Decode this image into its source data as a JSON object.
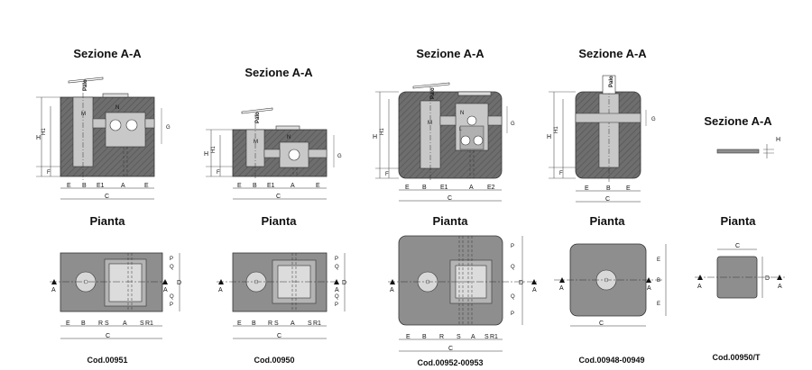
{
  "drawings": [
    {
      "id": "cod00951",
      "section_title": "Sezione A-A",
      "plan_title": "Pianta",
      "code": "Cod.00951",
      "section_labels": {
        "pole": "Palo",
        "height": "H",
        "h1": "H1",
        "f": "F",
        "m": "M",
        "n": "N",
        "g": "G",
        "total": "C"
      },
      "section_dims": [
        "E",
        "B",
        "E1",
        "A",
        "E"
      ],
      "plan_dims": [
        "E",
        "B",
        "R",
        "S",
        "A",
        "S",
        "R1"
      ],
      "plan_side_dims": [
        "P",
        "Q",
        "D",
        "Q",
        "P"
      ],
      "plan_total": "C",
      "section_marker": "A"
    },
    {
      "id": "cod00950",
      "section_title": "Sezione A-A",
      "plan_title": "Pianta",
      "code": "Cod.00950",
      "section_labels": {
        "pole": "Palo",
        "height": "H",
        "h1": "H1",
        "f": "F",
        "m": "M",
        "n": "N",
        "g": "G",
        "total": "C"
      },
      "section_dims": [
        "E",
        "B",
        "E1",
        "A",
        "E"
      ],
      "plan_dims": [
        "E",
        "B",
        "R",
        "S",
        "A",
        "S",
        "R1"
      ],
      "plan_side_dims": [
        "P",
        "Q",
        "D",
        "Q",
        "P"
      ],
      "plan_total": "C",
      "section_marker": "A"
    },
    {
      "id": "cod00952",
      "section_title": "Sezione A-A",
      "plan_title": "Pianta",
      "code": "Cod.00952-00953",
      "section_labels": {
        "pole": "Palo",
        "height": "H",
        "h1": "H1",
        "f": "F",
        "m": "M",
        "n": "N",
        "g": "G",
        "l": "L",
        "total": "C"
      },
      "section_dims": [
        "E",
        "B",
        "E1",
        "A",
        "E2"
      ],
      "plan_dims": [
        "E",
        "B",
        "R",
        "S",
        "A",
        "S",
        "R1"
      ],
      "plan_side_dims": [
        "P",
        "Q",
        "D",
        "Q",
        "P"
      ],
      "plan_total": "C",
      "section_marker": "A"
    },
    {
      "id": "cod00948",
      "section_title": "Sezione A-A",
      "plan_title": "Pianta",
      "code": "Cod.00948-00949",
      "section_labels": {
        "pole": "Palo",
        "height": "H",
        "h1": "H1",
        "f": "F",
        "g": "G",
        "total": "C"
      },
      "section_dims": [
        "E",
        "B",
        "E"
      ],
      "plan_side_dims": [
        "E",
        "B",
        "E"
      ],
      "plan_total": "C",
      "section_marker": "A"
    },
    {
      "id": "cod00950t",
      "section_title": "Sezione A-A",
      "plan_title": "Pianta",
      "code": "Cod.00950/T",
      "section_labels": {
        "height": "H"
      },
      "plan_top": "C",
      "plan_side": "D",
      "section_marker": "A"
    }
  ]
}
